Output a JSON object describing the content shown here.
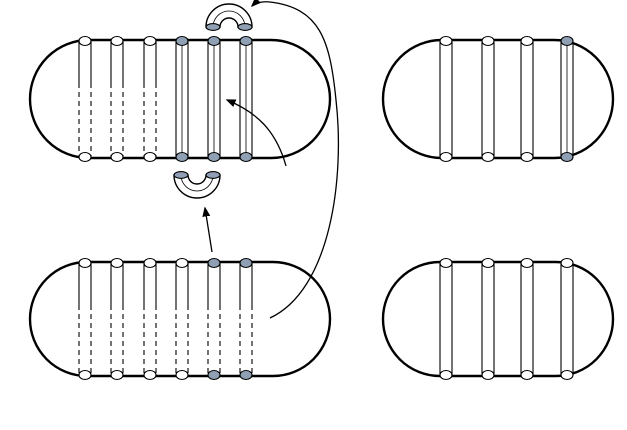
{
  "colors": {
    "stroke": "#000000",
    "background": "#ffffff",
    "tube_fill": "#ffffff",
    "highlight_fill": "#8fa0b5"
  },
  "surfaces": [
    {
      "id": "top-left",
      "tubes": [
        {
          "style": "dashed",
          "marked": false
        },
        {
          "style": "dashed",
          "marked": false
        },
        {
          "style": "dashed",
          "marked": false
        },
        {
          "style": "solid",
          "marked": true
        },
        {
          "style": "solid",
          "marked": true
        },
        {
          "style": "solid",
          "marked": true
        }
      ]
    },
    {
      "id": "top-right",
      "tubes": [
        {
          "style": "solid",
          "marked": false
        },
        {
          "style": "solid",
          "marked": false
        },
        {
          "style": "solid",
          "marked": false
        },
        {
          "style": "solid",
          "marked": true
        }
      ]
    },
    {
      "id": "bottom-left",
      "tubes": [
        {
          "style": "dashed",
          "marked": false
        },
        {
          "style": "dashed",
          "marked": false
        },
        {
          "style": "dashed",
          "marked": false
        },
        {
          "style": "dashed",
          "marked": false
        },
        {
          "style": "dashed",
          "marked": true
        },
        {
          "style": "dashed",
          "marked": true
        }
      ]
    },
    {
      "id": "bottom-right",
      "tubes": [
        {
          "style": "solid",
          "marked": false
        },
        {
          "style": "solid",
          "marked": false
        },
        {
          "style": "solid",
          "marked": false
        },
        {
          "style": "solid",
          "marked": false
        }
      ]
    }
  ],
  "handles": [
    {
      "id": "handle-top",
      "orientation": "arch"
    },
    {
      "id": "handle-middle",
      "orientation": "cup"
    }
  ],
  "arrows": [
    {
      "id": "arrow-long-to-top-handle",
      "from": "bottom-left",
      "to": "handle-top"
    },
    {
      "id": "arrow-to-top-left-surface",
      "from": "top-left",
      "to": "top-left"
    },
    {
      "id": "arrow-to-middle-handle",
      "from": "bottom-left",
      "to": "handle-middle"
    }
  ]
}
